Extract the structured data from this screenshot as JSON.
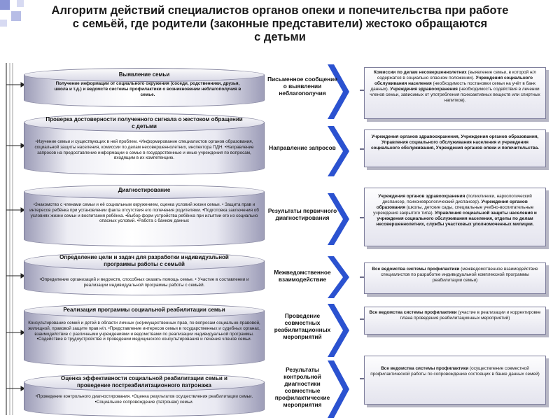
{
  "title": {
    "line1": "Алгоритм действий специалистов органов опеки и попечительства при работе",
    "line2": "с семьёй, где родители (законные представители) жестоко обращаются",
    "line3": "с детьми"
  },
  "colors": {
    "arrow": "#1f3fc0",
    "box_border": "#7e7e9c",
    "corner_blue": "#6677cc"
  },
  "stages": [
    {
      "title": "Выявление семьи",
      "text": "Получение информации от социального окружения (соседи, родственники, друзья, школа и т.д.) и ведомств системы профилактики о возникновении неблагополучия в семье.",
      "bold": true
    },
    {
      "title": "Проверка достоверности полученного сигнала о жестоком обращении с детьми",
      "text": "•Изучение семьи и существующих в ней проблем. •Информирование специалистов органов образования, социальной защиты населения, комиссии по делам несовершеннолетних, инспектора ПДН. •Направление запросов на предоставление информации о семье в государственные и иные учреждения по вопросам, входящим в их компетенцию.",
      "bold": false
    },
    {
      "title": "Диагностирование",
      "text": "•Знакомство с членами семьи и её социальным окружением, оценка условий жизни семьи. • Защита прав и интересов ребёнка при установлении факта отсутствия его попечения родителями. •Подготовка заключения об условиях жизни семьи и воспитания ребёнка. •Выбор форм устройства ребёнка при изъятии его из социально опасных условий. •Работа с банком данных",
      "bold": false
    },
    {
      "title": "Определение цели и задач для разработки индивидуальной программы работы с семьёй",
      "text": "•Определение организаций и ведомств, способных оказать помощь семье. • Участие в составлении и реализации индивидуальной программы работы с семьёй.",
      "bold": false
    },
    {
      "title": "Реализация программы социальной реабилитации семьи",
      "text": "Консультирование семей и детей в области личных (не)имущественных прав, по вопросам социально-правовой, жилищной, правовой защите прав н/л. •Представление интересов семьи в государственных и судебных органах, взаимодействие с различными учреждениями и ведомствами по реализации индивидуальной программы. •Содействие в трудоустройстве и проведении медицинского консультирования и лечения членов семьи.",
      "bold": false
    },
    {
      "title": "Оценка эффективности социальной реабилитации семьи и проведение постреабилитационного патронажа",
      "text": "•Проведение контрольного диагностирования. •Оценка результатов осуществления реабилитации семьи. •Социальное сопровождение (патронаж) семьи.",
      "bold": false
    }
  ],
  "arrows": [
    "Письменное сообщение о выявлении неблагополучия",
    "Направление запросов",
    "Результаты первичного диагностирования",
    "Межведомственное взаимодействие",
    "Проведение совместных реабилитационных мероприятий",
    "Результаты контрольной диагностики совместные профилактические мероприятия"
  ],
  "boxes": [
    {
      "html_parts": [
        {
          "b": "Комиссии по делам несовершеннолетних",
          "t": " (выявление семьи, в которой н/л содержатся в социально опасном положении)."
        },
        {
          "b": "Учреждения социального обслуживания населения",
          "t": " (необходимость постановки семьи на учёт в банк данных)."
        },
        {
          "b": "Учреждения здравоохранения",
          "t": " (необходимость содействия в лечении членов семьи, зависимых от употребления психоактивных веществ или спиртных напитков)."
        }
      ]
    },
    {
      "html_parts": [
        {
          "b": "Учреждения органов здравоохранения, Учреждения органов образования, Управления социального обслуживания населения и учреждения социального обслуживания, Учреждения органов опеки и попечительства.",
          "t": ""
        }
      ]
    },
    {
      "html_parts": [
        {
          "b": "Учреждения органов здравоохранения",
          "t": " (поликлиники, наркологический диспансер, психоневрологический диспансер)."
        },
        {
          "b": "Учреждения органов образования",
          "t": " (школы, детские сады, специальные учебно-воспитательные учреждения закрытого типа)."
        },
        {
          "b": "Управления социальной защиты населения и учреждения социального обслуживания населения, отделы по делам несовершеннолетних, службы участковых уполномоченных милиции.",
          "t": ""
        }
      ]
    },
    {
      "html_parts": [
        {
          "b": "Все ведомства системы профилактики",
          "t": " (межведомственное взаимодействие специалистов по разработке индивидуальной комплексной программы реабилитации семьи)"
        }
      ]
    },
    {
      "html_parts": [
        {
          "b": "Все ведомства системы профилактики",
          "t": " (участие в реализации и корректировке плана проведения реабилитационных мероприятий)"
        }
      ]
    },
    {
      "html_parts": [
        {
          "b": "Все ведомства системы профилактики",
          "t": " (осуществление совместной профилактической работы по сопровождению состоящих в банке данных семей)"
        }
      ]
    }
  ]
}
